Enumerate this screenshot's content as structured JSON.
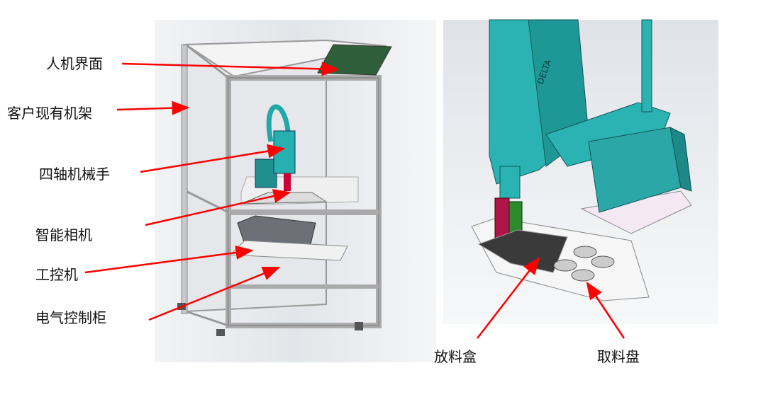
{
  "labels": {
    "hmi": "人机界面",
    "rack": "客户现有机架",
    "robot": "四轴机械手",
    "camera": "智能相机",
    "ipc": "工控机",
    "cabinet": "电气控制柜",
    "place_box": "放料盒",
    "pick_tray": "取料盘"
  },
  "robot_logo": "DELTA",
  "colors": {
    "arrow": "#ff0000",
    "robot": "#22a8a8",
    "frame": "#c8c8c8",
    "background": "#eef0f2"
  }
}
